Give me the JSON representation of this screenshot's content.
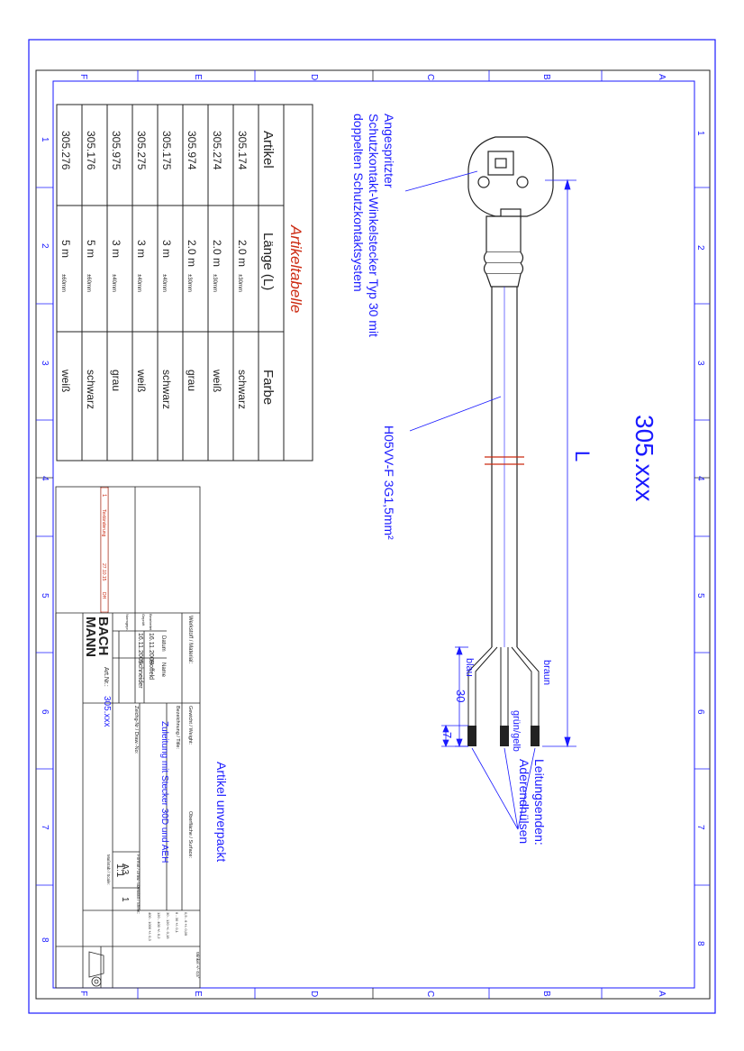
{
  "drawing": {
    "title_number": "305.xxx",
    "plug_label_1": "Angespritzter",
    "plug_label_2": "Schutzkontakt-Winkelstecker Typ 30 mit",
    "plug_label_3": "doppelten Schutzkontaktsystem",
    "cable_label": "H05VV-F 3G1,5mm²",
    "length_label": "L",
    "ends_label_1": "Leitungsenden:",
    "ends_label_2": "Aderendhülsen",
    "wire_braun": "braun",
    "wire_blau": "blau",
    "wire_gruengelb": "grün/gelb",
    "dim_30": "30",
    "dim_7": "7",
    "note_unpacked": "Artikel unverpackt"
  },
  "frame": {
    "letters": [
      "A",
      "B",
      "C",
      "D",
      "E",
      "F"
    ],
    "numbers": [
      "1",
      "2",
      "3",
      "4",
      "5",
      "6",
      "7",
      "8"
    ]
  },
  "table": {
    "title": "Artikeltabelle",
    "headers": [
      "Artikel",
      "Länge (L)",
      "Farbe"
    ],
    "rows": [
      {
        "artikel": "305.174",
        "laenge": "2.0 m",
        "tol": "±30mm",
        "farbe": "schwarz"
      },
      {
        "artikel": "305.274",
        "laenge": "2.0 m",
        "tol": "±30mm",
        "farbe": "weiß"
      },
      {
        "artikel": "305.974",
        "laenge": "2.0 m",
        "tol": "±30mm",
        "farbe": "grau"
      },
      {
        "artikel": "305.175",
        "laenge": "3 m",
        "tol": "±40mm",
        "farbe": "schwarz"
      },
      {
        "artikel": "305.275",
        "laenge": "3 m",
        "tol": "±40mm",
        "farbe": "weiß"
      },
      {
        "artikel": "305.975",
        "laenge": "3 m",
        "tol": "±40mm",
        "farbe": "grau"
      },
      {
        "artikel": "305.176",
        "laenge": "5 m",
        "tol": "±60mm",
        "farbe": "schwarz"
      },
      {
        "artikel": "305.276",
        "laenge": "5 m",
        "tol": "±60mm",
        "farbe": "weiß"
      }
    ]
  },
  "titleblock": {
    "werkstoff": "Werkstoff / Material:",
    "gewicht": "Gewicht / Weight:",
    "oberflaeche": "Oberfläche / Surface:",
    "bezeichnung": "Bezeichnung / Title:",
    "title_text": "Zuleitung mit Stecker 30D und AEH",
    "zeichnr": "Zeichg-Nr / Draw.-No:",
    "artnr_label": "Art.Nr.:",
    "artnr_value": "305.xxx",
    "massstab_label": "Maßstab / Scale:",
    "massstab_value": "1:1",
    "format_label": "Format / Draw.-Size:",
    "format_value": "A3",
    "blatt_label": "Blatt / Sheet:",
    "blatt_value": "1",
    "logo_1": "BACH",
    "logo_2": "MANN",
    "datum_label": "Datum",
    "name_label": "Name",
    "bearb_label": "Bearbeitet",
    "gepr_label": "Geprüft",
    "norm_label": "Normgepr.",
    "datum_1": "16.11.2009",
    "name_1": "Hoffeld",
    "datum_2": "16.11.2009",
    "name_2": "Schneider",
    "change_index": "1",
    "change_text": "Textänderung",
    "change_date": "27.10.15",
    "change_name": "DH",
    "tol_header": "Winkel +/- 0,5°",
    "tol_rows": [
      "0,5 - 6  +/- 0,05",
      "6 - 30  +/- 0,1",
      "30 - 120  +/- 0,15",
      "120 - 400  +/- 0,2",
      "400 - 1000  +/- 0,3"
    ]
  }
}
